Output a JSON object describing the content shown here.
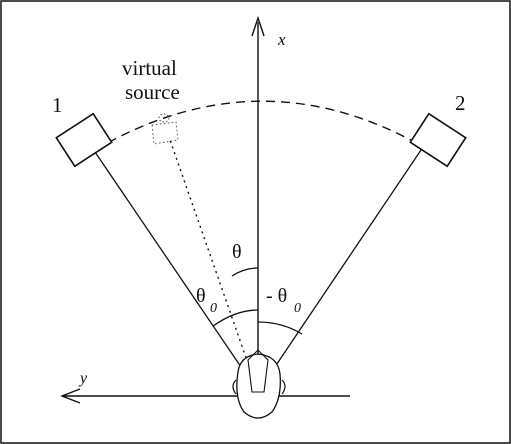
{
  "labels": {
    "x_axis": "x",
    "y_axis": "y",
    "virtual_source_line1": "virtual",
    "virtual_source_line2": "source",
    "speaker_1": "1",
    "speaker_2": "2",
    "theta": "θ",
    "theta0_left": "θ",
    "theta0_left_sub": "0",
    "theta0_right_prefix": "- θ",
    "theta0_right_sub": "0"
  },
  "colors": {
    "ink": "#111111",
    "background": "#ffffff"
  }
}
